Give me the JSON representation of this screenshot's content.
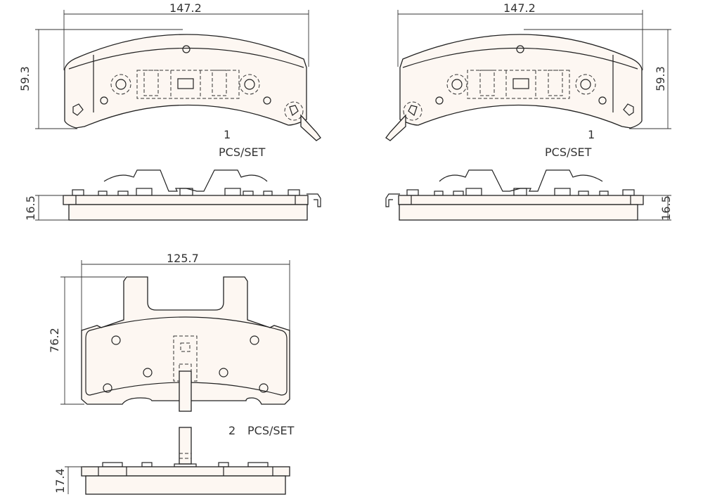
{
  "drawing": {
    "top_left_pad": {
      "width_dim": "147.2",
      "height_dim": "59.3",
      "qty": "1",
      "qty_unit": "PCS/SET",
      "thickness_dim": "16.5"
    },
    "top_right_pad": {
      "width_dim": "147.2",
      "height_dim": "59.3",
      "qty": "1",
      "qty_unit": "PCS/SET",
      "thickness_dim": "16.5"
    },
    "bottom_pad": {
      "width_dim": "125.7",
      "height_dim": "76.2",
      "qty": "2",
      "qty_unit": "PCS/SET",
      "thickness_dim": "17.4"
    },
    "colors": {
      "line": "#222222",
      "pad_fill": "#fdf7f2"
    }
  }
}
